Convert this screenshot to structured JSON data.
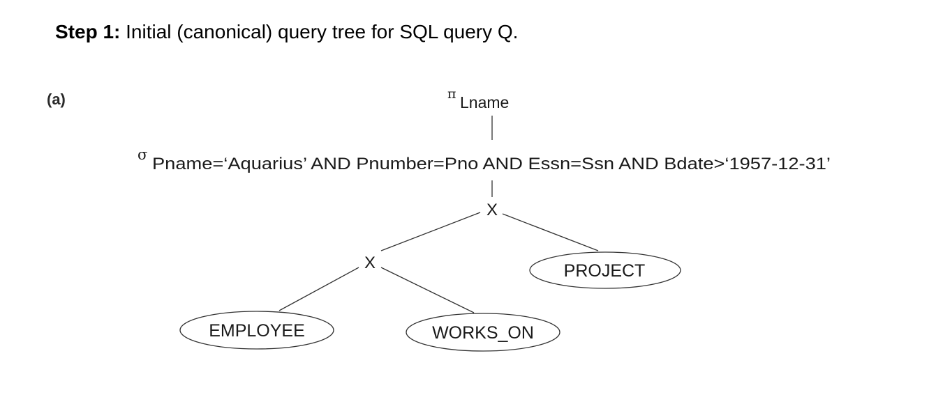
{
  "heading": {
    "step": "Step 1:",
    "text": " Initial (canonical) query tree for SQL query Q."
  },
  "part_label": "(a)",
  "tree": {
    "projection": {
      "symbol": "π",
      "attributes": "Lname"
    },
    "selection": {
      "symbol": "σ",
      "condition": "Pname=‘Aquarius’ AND Pnumber=Pno AND Essn=Ssn AND Bdate>‘1957-12-31’"
    },
    "upper_product": "X",
    "lower_product": "X",
    "relations": {
      "employee": "EMPLOYEE",
      "works_on": "WORKS_ON",
      "project": "PROJECT"
    }
  }
}
